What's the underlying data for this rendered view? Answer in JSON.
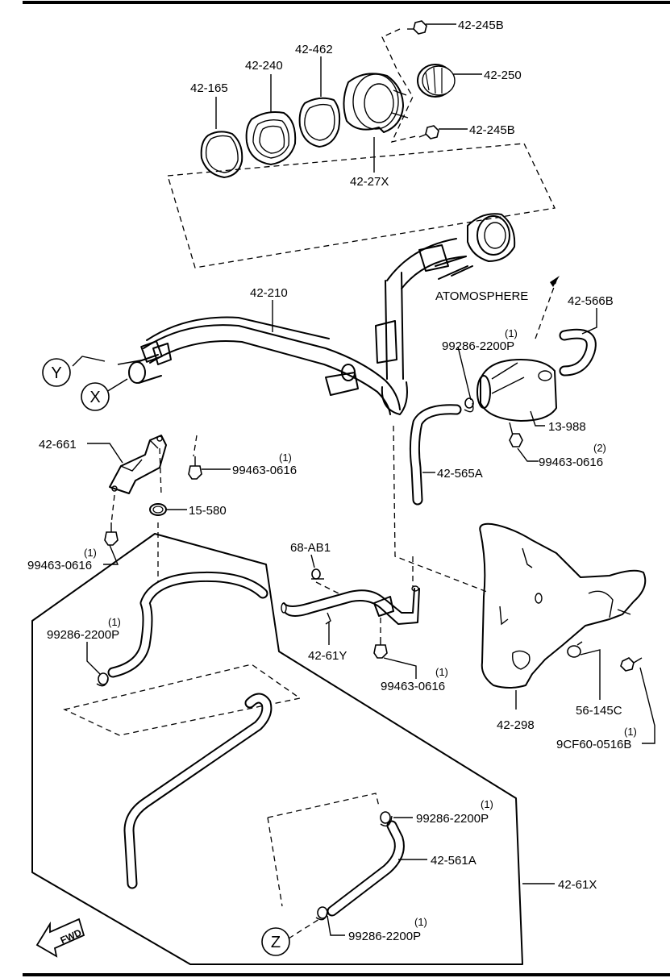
{
  "labels": {
    "bolt_top_1": "42-245B",
    "cap": "42-250",
    "bolt_top_2": "42-245B",
    "gasket_a": "42-165",
    "gasket_b": "42-240",
    "gasket_c": "42-462",
    "filler_housing": "42-27X",
    "filler_pipe": "42-210",
    "atmosphere": "ATOMOSPHERE",
    "hose_566b": "42-566B",
    "clip_top_qty": "(1)",
    "clip_top": "99286-2200P",
    "canister": "13-988",
    "bolt_canister_qty": "(2)",
    "bolt_canister": "99463-0616",
    "hose_565a": "42-565A",
    "bracket": "42-661",
    "bolt_bracket_right_qty": "(1)",
    "bolt_bracket_right": "99463-0616",
    "clamp": "15-580",
    "bolt_bracket_left_qty": "(1)",
    "bolt_bracket_left": "99463-0616",
    "clip_ab1": "68-AB1",
    "clip_left_qty": "(1)",
    "clip_left": "99286-2200P",
    "pipe_61y": "42-61Y",
    "bolt_mid_qty": "(1)",
    "bolt_mid": "99463-0616",
    "shield": "42-298",
    "fastener_56": "56-145C",
    "bolt_shield_qty": "(1)",
    "bolt_shield": "9CF60-0516B",
    "clip_low_qty": "(1)",
    "clip_low": "99286-2200P",
    "hose_561a": "42-561A",
    "assembly": "42-61X",
    "clip_bottom_qty": "(1)",
    "clip_bottom": "99286-2200P",
    "marker_y": "Y",
    "marker_x": "X",
    "marker_z": "Z",
    "fwd": "FWD"
  }
}
